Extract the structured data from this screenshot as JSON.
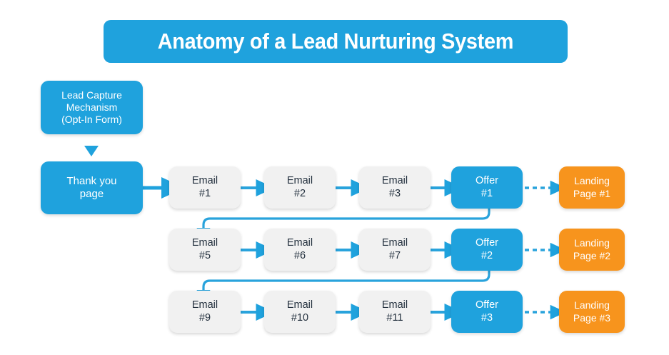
{
  "title": {
    "text": "Anatomy of a Lead Nurturing System",
    "banner_color": "#1FA2DD",
    "text_color": "#FFFFFF"
  },
  "colors": {
    "blue": "#1FA2DD",
    "orange": "#F7941D",
    "grey_box": "#F1F1F1",
    "grey_text": "#23303E",
    "background": "#FFFFFF",
    "connector_blue": "#29A3DC"
  },
  "entry": {
    "lead_capture": "Lead Capture\nMechanism\n(Opt-In Form)",
    "thank_you": "Thank you\npage"
  },
  "rows": [
    {
      "emails": [
        "Email\n#1",
        "Email\n#2",
        "Email\n#3"
      ],
      "offer": "Offer\n#1",
      "landing": "Landing\nPage #1"
    },
    {
      "emails": [
        "Email\n#5",
        "Email\n#6",
        "Email\n#7"
      ],
      "offer": "Offer\n#2",
      "landing": "Landing\nPage #2"
    },
    {
      "emails": [
        "Email\n#9",
        "Email\n#10",
        "Email\n#11"
      ],
      "offer": "Offer\n#3",
      "landing": "Landing\nPage #3"
    }
  ]
}
